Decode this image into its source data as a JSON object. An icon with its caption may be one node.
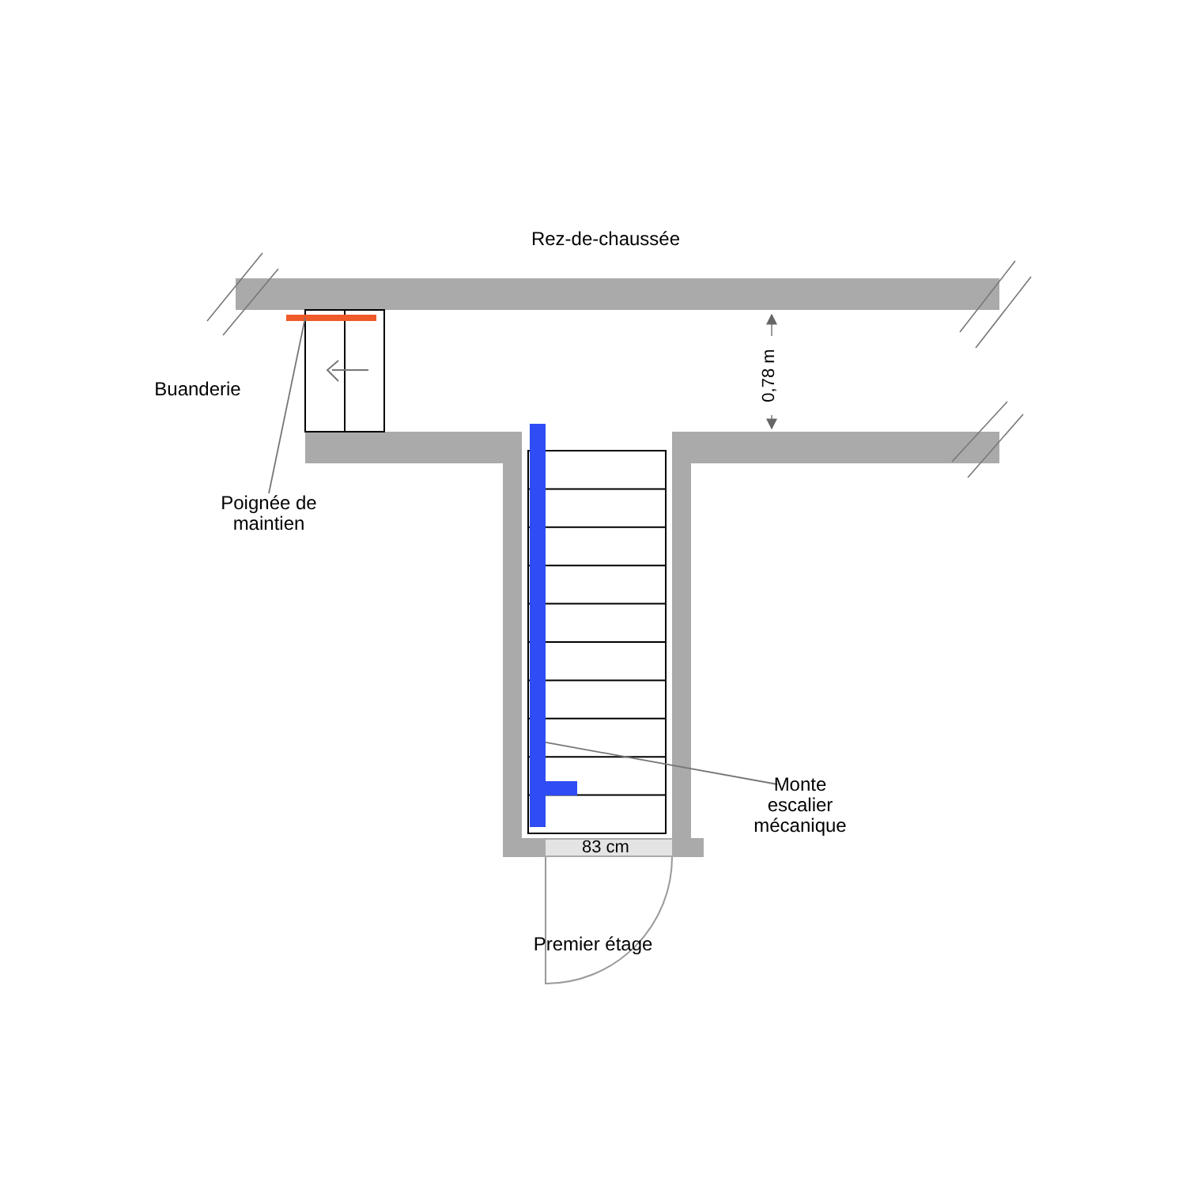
{
  "diagram": {
    "nodes": [
      {
        "text": [
          "Poignée de maintien"
        ]
      },
      {
        "text": [],
        "shape": "bar"
      },
      {
        "text": [
          "Monte escalier mécanique"
        ]
      },
      {
        "text": [],
        "shape": "bar"
      }
    ],
    "edges": [
      {
        "from": 0,
        "to": 1,
        "arrow": "none"
      },
      {
        "from": 2,
        "to": 3,
        "arrow": "none"
      }
    ],
    "labels": [
      "Rez-de-chaussée",
      "Buanderie",
      "0,78 m",
      "83 cm",
      "Premier étage"
    ]
  }
}
